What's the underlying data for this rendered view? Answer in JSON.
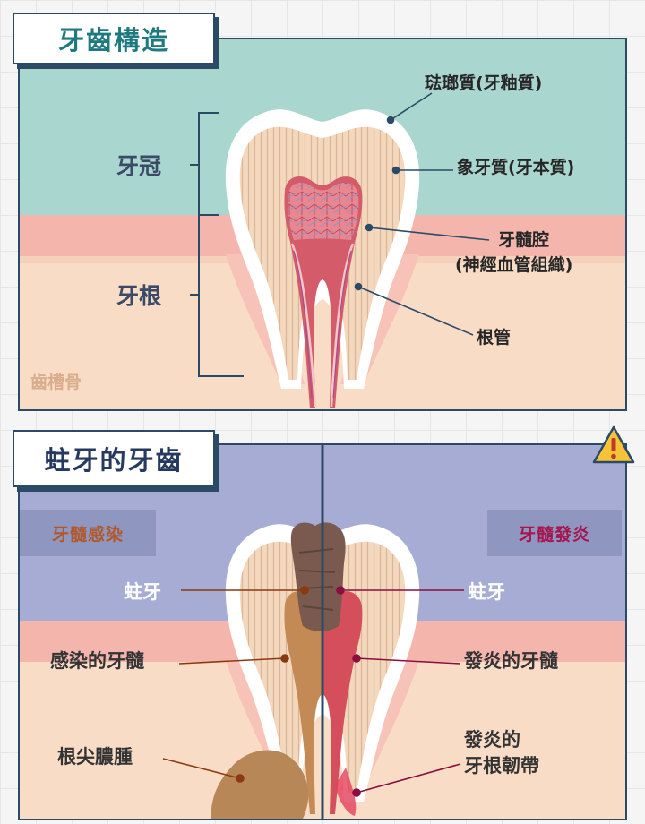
{
  "top": {
    "title": "牙齒構造",
    "crown_label": "牙冠",
    "root_label": "牙根",
    "bone_label": "齒槽骨",
    "enamel_label": "琺瑯質(牙釉質)",
    "dentin_label": "象牙質(牙本質)",
    "pulp_label_line1": "牙髓腔",
    "pulp_label_line2": "(神經血管組織)",
    "canal_label": "根管"
  },
  "bottom": {
    "title": "蛀牙的牙齒",
    "left": {
      "tab": "牙髓感染",
      "caries_label": "蛀牙",
      "infected_pulp_label": "感染的牙髓",
      "abscess_label": "根尖膿腫"
    },
    "right": {
      "tab": "牙髓發炎",
      "caries_label": "蛀牙",
      "inflamed_pulp_label": "發炎的牙髓",
      "ligament_label_line1": "發炎的",
      "ligament_label_line2": "牙根韌帶"
    }
  },
  "colors": {
    "crown_bg_top": "#a9d6cf",
    "lavender_bg": "#a6acd4",
    "gum": "#f4b5ad",
    "bone": "#f9dcc6",
    "frame": "#2a4a66",
    "title_teal": "#1f7a80",
    "infected": "#c48a55",
    "inflamed": "#d44e5c",
    "decay": "#7a5a4f",
    "tab_left_text": "#b0582b",
    "tab_right_text": "#a5154e"
  },
  "icons": {
    "warning": "warning-triangle-icon"
  }
}
